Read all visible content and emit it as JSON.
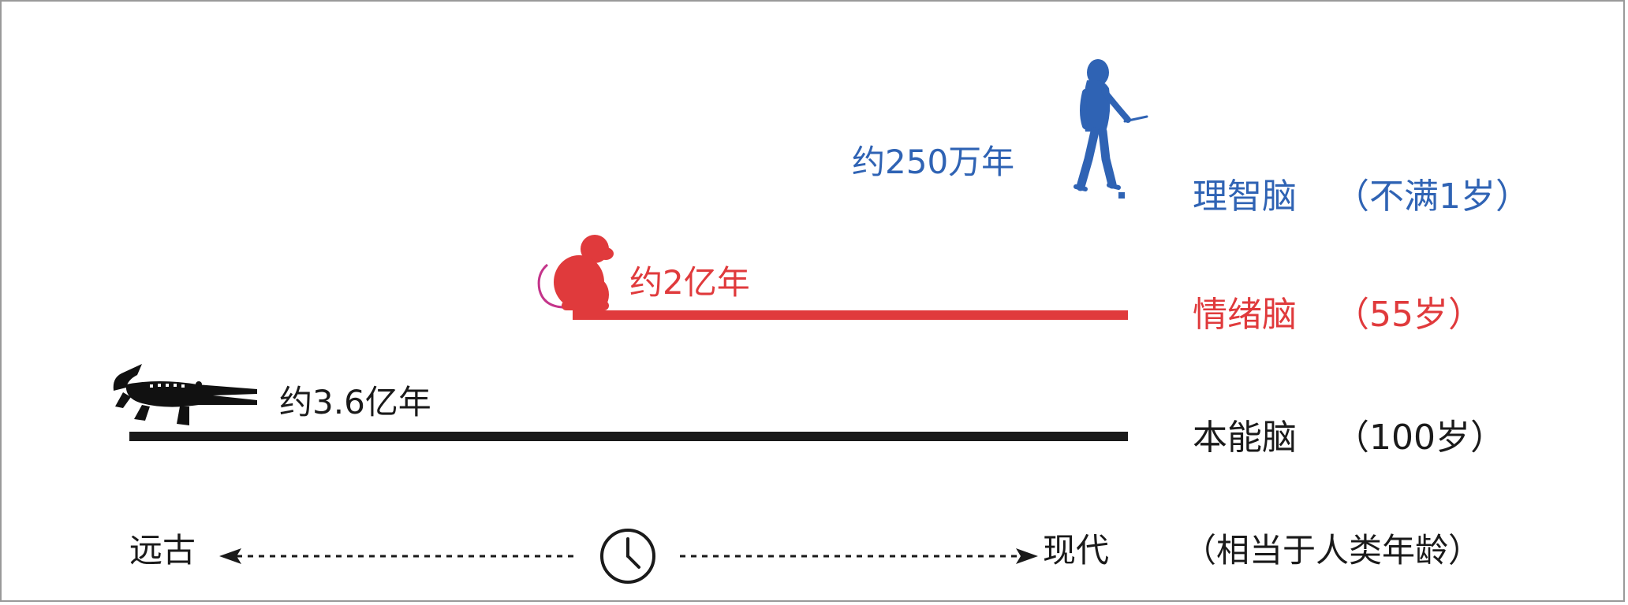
{
  "colors": {
    "rational": "#2f63b4",
    "emotional": "#e03a3c",
    "instinct": "#1a1a1a"
  },
  "rows": {
    "rational": {
      "age_label": "约250万年",
      "brain": "理智脑",
      "human_age": "（不满1岁）",
      "icon": "walking-hominid-icon"
    },
    "emotional": {
      "age_label": "约2亿年",
      "brain": "情绪脑",
      "human_age": "（55岁）",
      "icon": "monkey-icon"
    },
    "instinct": {
      "age_label": "约3.6亿年",
      "brain": "本能脑",
      "human_age": "（100岁）",
      "icon": "crocodile-icon"
    }
  },
  "timeline": {
    "left_label": "远古",
    "right_label": "现代",
    "note": "（相当于人类年龄）",
    "icon": "clock-icon"
  }
}
